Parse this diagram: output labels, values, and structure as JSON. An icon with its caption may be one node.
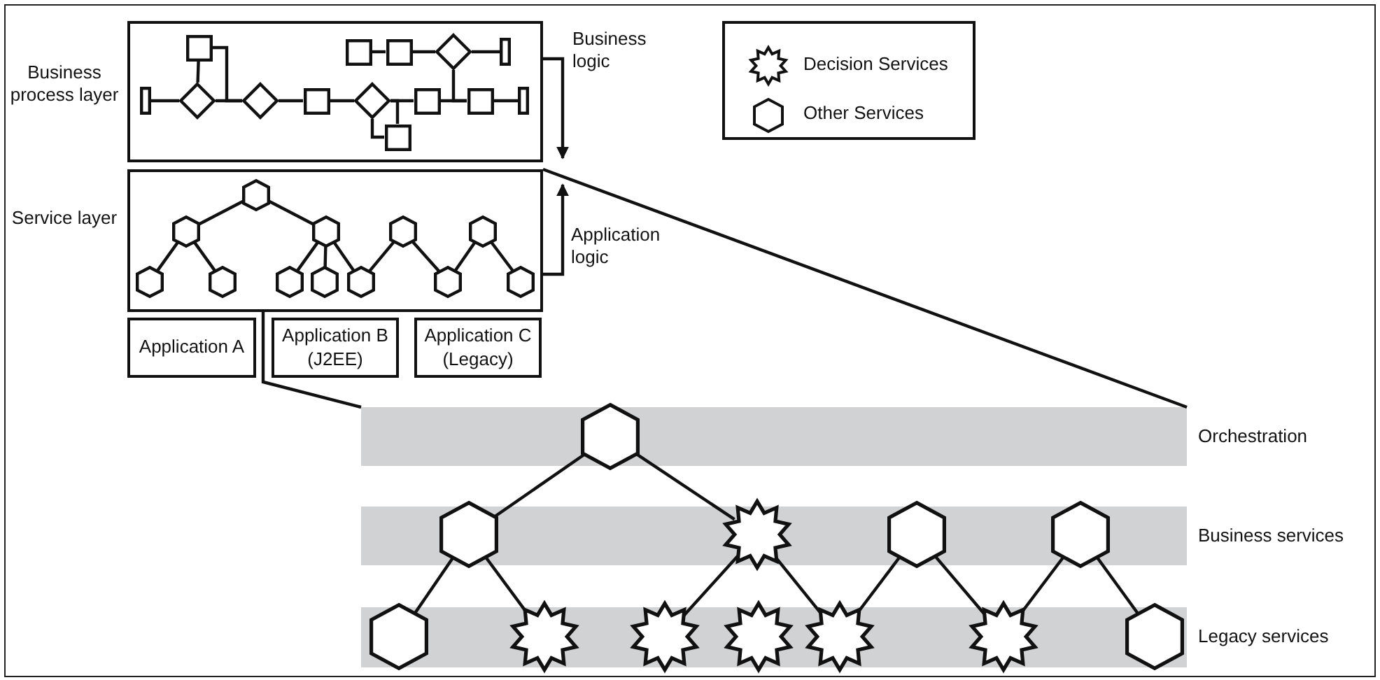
{
  "diagram": {
    "nodes": [
      {
        "text": [
          "Business process layer"
        ]
      },
      {
        "text": [],
        "shape": "bar",
        "in": 0
      },
      {
        "text": [],
        "shape": "diamond",
        "in": 0
      },
      {
        "text": [],
        "shape": "box",
        "in": 0
      },
      {
        "text": [],
        "shape": "diamond",
        "in": 0
      },
      {
        "text": [],
        "shape": "box",
        "in": 0
      },
      {
        "text": [],
        "shape": "diamond",
        "in": 0
      },
      {
        "text": [],
        "shape": "box",
        "in": 0
      },
      {
        "text": [],
        "shape": "box",
        "in": 0
      },
      {
        "text": [],
        "shape": "box",
        "in": 0
      },
      {
        "text": [],
        "shape": "bar",
        "in": 0
      },
      {
        "text": [],
        "shape": "box",
        "in": 0
      },
      {
        "text": [],
        "shape": "box",
        "in": 0
      },
      {
        "text": [],
        "shape": "diamond",
        "in": 0
      },
      {
        "text": [],
        "shape": "bar",
        "in": 0
      },
      {
        "text": [
          "Service layer"
        ]
      },
      {
        "text": [],
        "shape": "hexagon",
        "in": 15
      },
      {
        "text": [],
        "shape": "hexagon",
        "in": 15
      },
      {
        "text": [],
        "shape": "hexagon",
        "in": 15
      },
      {
        "text": [],
        "shape": "hexagon",
        "in": 15
      },
      {
        "text": [],
        "shape": "hexagon",
        "in": 15
      },
      {
        "text": [],
        "shape": "hexagon",
        "in": 15
      },
      {
        "text": [],
        "shape": "hexagon",
        "in": 15
      },
      {
        "text": [],
        "shape": "hexagon",
        "in": 15
      },
      {
        "text": [],
        "shape": "hexagon",
        "in": 15
      },
      {
        "text": [],
        "shape": "hexagon",
        "in": 15
      },
      {
        "text": [],
        "shape": "hexagon",
        "in": 15
      },
      {
        "text": [],
        "shape": "hexagon",
        "in": 15
      },
      {
        "text": [
          "Application A"
        ]
      },
      {
        "text": [
          "Application B (J2EE)"
        ]
      },
      {
        "text": [
          "Application C (Legacy)"
        ]
      },
      {
        "text": [
          "Orchestration"
        ]
      },
      {
        "text": [],
        "shape": "hexagon",
        "in": 31
      },
      {
        "text": [
          "Business services"
        ]
      },
      {
        "text": [],
        "shape": "hexagon",
        "in": 33
      },
      {
        "text": [],
        "shape": "star",
        "in": 33
      },
      {
        "text": [],
        "shape": "hexagon",
        "in": 33
      },
      {
        "text": [],
        "shape": "hexagon",
        "in": 33
      },
      {
        "text": [
          "Legacy services"
        ]
      },
      {
        "text": [],
        "shape": "hexagon",
        "in": 38
      },
      {
        "text": [],
        "shape": "star",
        "in": 38
      },
      {
        "text": [],
        "shape": "star",
        "in": 38
      },
      {
        "text": [],
        "shape": "star",
        "in": 38
      },
      {
        "text": [],
        "shape": "star",
        "in": 38
      },
      {
        "text": [],
        "shape": "star",
        "in": 38
      },
      {
        "text": [],
        "shape": "hexagon",
        "in": 38
      }
    ],
    "edges": [
      {
        "from": 1,
        "to": 2,
        "arrow": "none"
      },
      {
        "from": 2,
        "to": 3,
        "arrow": "none"
      },
      {
        "from": 3,
        "to": 4,
        "arrow": "none"
      },
      {
        "from": 2,
        "to": 4,
        "arrow": "none"
      },
      {
        "from": 4,
        "to": 5,
        "arrow": "none"
      },
      {
        "from": 5,
        "to": 6,
        "arrow": "none"
      },
      {
        "from": 6,
        "to": 7,
        "arrow": "none"
      },
      {
        "from": 6,
        "to": 7,
        "arrow": "none"
      },
      {
        "from": 6,
        "to": 8,
        "arrow": "none"
      },
      {
        "from": 8,
        "to": 9,
        "arrow": "none"
      },
      {
        "from": 9,
        "to": 10,
        "arrow": "none"
      },
      {
        "from": 11,
        "to": 12,
        "arrow": "none"
      },
      {
        "from": 12,
        "to": 13,
        "arrow": "none"
      },
      {
        "from": 13,
        "to": 14,
        "arrow": "none"
      },
      {
        "from": 13,
        "to": 9,
        "arrow": "none"
      },
      {
        "from": 0,
        "to": 15,
        "arrow": "to",
        "label": "Business logic"
      },
      {
        "from": 15,
        "to": 0,
        "arrow": "to",
        "label": "Application logic"
      },
      {
        "from": 15,
        "to": 31,
        "arrow": "none"
      },
      {
        "from": 15,
        "to": 31,
        "arrow": "none"
      },
      {
        "from": 16,
        "to": 17,
        "arrow": "none"
      },
      {
        "from": 16,
        "to": 18,
        "arrow": "none"
      },
      {
        "from": 17,
        "to": 21,
        "arrow": "none"
      },
      {
        "from": 17,
        "to": 22,
        "arrow": "none"
      },
      {
        "from": 18,
        "to": 23,
        "arrow": "none"
      },
      {
        "from": 18,
        "to": 24,
        "arrow": "none"
      },
      {
        "from": 18,
        "to": 25,
        "arrow": "none"
      },
      {
        "from": 19,
        "to": 25,
        "arrow": "none"
      },
      {
        "from": 19,
        "to": 26,
        "arrow": "none"
      },
      {
        "from": 20,
        "to": 26,
        "arrow": "none"
      },
      {
        "from": 20,
        "to": 27,
        "arrow": "none"
      },
      {
        "from": 32,
        "to": 34,
        "arrow": "none"
      },
      {
        "from": 32,
        "to": 35,
        "arrow": "none"
      },
      {
        "from": 34,
        "to": 39,
        "arrow": "none"
      },
      {
        "from": 34,
        "to": 40,
        "arrow": "none"
      },
      {
        "from": 35,
        "to": 41,
        "arrow": "none"
      },
      {
        "from": 35,
        "to": 43,
        "arrow": "none"
      },
      {
        "from": 36,
        "to": 43,
        "arrow": "none"
      },
      {
        "from": 36,
        "to": 44,
        "arrow": "none"
      },
      {
        "from": 37,
        "to": 44,
        "arrow": "none"
      },
      {
        "from": 37,
        "to": 45,
        "arrow": "none"
      }
    ],
    "legend": [
      {
        "text": "Decision Services"
      },
      {
        "text": "Other Services"
      }
    ]
  }
}
